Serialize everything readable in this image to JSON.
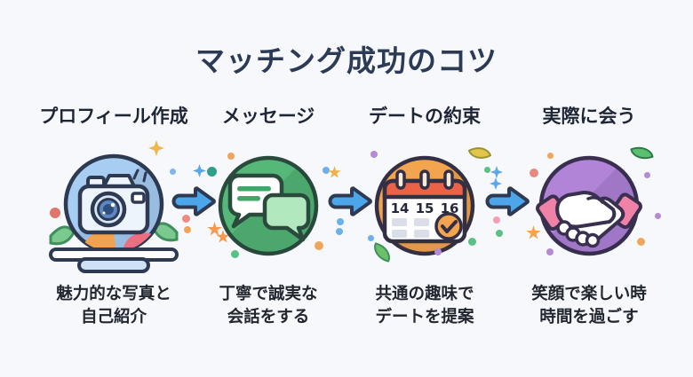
{
  "page": {
    "title": "マッチング成功のコツ"
  },
  "steps": [
    {
      "label": "プロフィール作成",
      "icon": "camera-icon",
      "circle_color": "#a8cdf2",
      "caption_line1": "魅力的な写真と",
      "caption_line2": "自己紹介"
    },
    {
      "label": "メッセージ",
      "icon": "chat-bubbles-icon",
      "circle_color": "#55b878",
      "caption_line1": "丁寧で誠実な",
      "caption_line2": "会話をする"
    },
    {
      "label": "デートの約束",
      "icon": "calendar-icon",
      "circle_color": "#f2a44f",
      "calendar_days": [
        "14",
        "15",
        "16"
      ],
      "caption_line1": "共通の趣味で",
      "caption_line2": "デートを提案"
    },
    {
      "label": "実際に会う",
      "icon": "handshake-icon",
      "circle_color": "#b184d8",
      "caption_line1": "笑顔で楽しい時",
      "caption_line2": "時間を過ごす"
    }
  ],
  "arrow": {
    "icon": "right-arrow-icon",
    "color": "#4da6ea"
  },
  "colors": {
    "background": "#f6f8fb",
    "outline": "#2d3a52",
    "title": "#2b3a55",
    "text": "#22262f",
    "arrow_blue": "#4da6ea"
  }
}
